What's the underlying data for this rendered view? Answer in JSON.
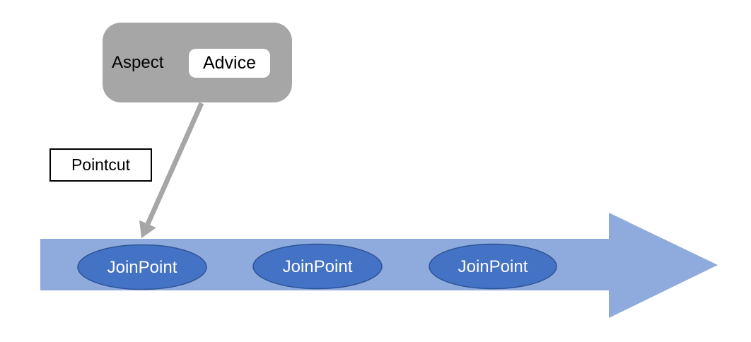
{
  "aspect": {
    "label": "Aspect",
    "advice_label": "Advice"
  },
  "pointcut": {
    "label": "Pointcut"
  },
  "flow": {
    "joinpoints": [
      {
        "label": "JoinPoint"
      },
      {
        "label": "JoinPoint"
      },
      {
        "label": "JoinPoint"
      }
    ]
  },
  "colors": {
    "aspect_box": "#A6A6A6",
    "advice_box": "#FFFFFF",
    "connector": "#A6A6A6",
    "flow_arrow": "#8FAADC",
    "joinpoint_fill": "#4472C4",
    "joinpoint_border": "#2F5597",
    "text_dark": "#000000",
    "text_light": "#FFFFFF"
  }
}
